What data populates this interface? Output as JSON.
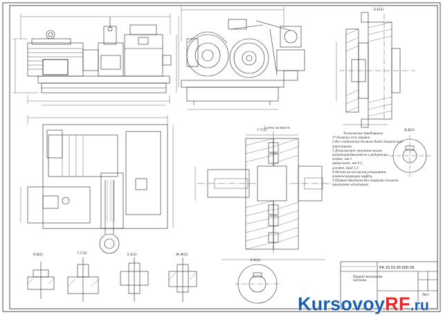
{
  "drawing": {
    "views": {
      "top_right": "Б-Б(2)",
      "center_upper": "Снято на месте",
      "center_section": "Г-Г(2)",
      "right_detail": "Д-Д(2)",
      "bottom_1": "В-В(2)",
      "bottom_2": "Г-Г(2)",
      "bottom_3": "Е-Е(2)",
      "bottom_4": "Ж-Ж(2)",
      "bottom_5": "К-К(2)"
    },
    "notes": {
      "title": "Технические требования",
      "lines": [
        "1* Размеры для справок.",
        "2 Все соединения должны быть тщательно",
        "законтрены.",
        "3 Допускаемое смещение валов",
        "редуктора/двигателя и редуктора:",
        "осевое, мм              1",
        "радиальное, мм          0,2",
        "угловое, град           1,5",
        "4 Место на оси валов установить",
        "компенсирующую муфту.",
        "5 Привод обкатать без нагрузки согласно",
        "программе испытаний."
      ]
    },
    "title_block": {
      "code": "КК.15.01.00.000.СБ",
      "name_line1": "Привод механизма",
      "name_line2": "подъема",
      "sheet": "Лист"
    }
  },
  "watermark": {
    "part1": "Kursovoy",
    "part2": "RF",
    "part3": ".ru",
    "color_blue": "#1d5fae",
    "color_red": "#e8262b"
  }
}
